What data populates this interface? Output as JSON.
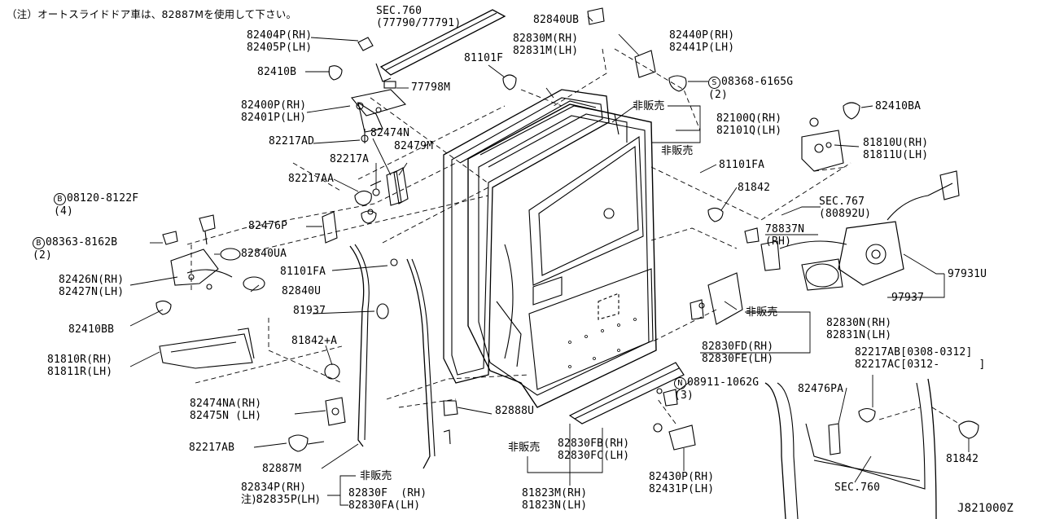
{
  "note": "（注）オートスライドドア車は、82887Mを使用して下さい。",
  "diagram_code": "J821000Z",
  "callouts": [
    {
      "id": "sec760-top",
      "lines": [
        "SEC.760",
        "(77790/77791)"
      ]
    },
    {
      "id": "82404p",
      "lines": [
        "82404P(RH)",
        "82405P(LH)"
      ]
    },
    {
      "id": "82410b",
      "lines": [
        "82410B"
      ]
    },
    {
      "id": "77798m",
      "lines": [
        "77798M"
      ]
    },
    {
      "id": "82400p",
      "lines": [
        "82400P(RH)",
        "82401P(LH)"
      ]
    },
    {
      "id": "82474n",
      "lines": [
        "82474N"
      ]
    },
    {
      "id": "82217ad",
      "lines": [
        "82217AD"
      ]
    },
    {
      "id": "82479m",
      "lines": [
        "82479M"
      ]
    },
    {
      "id": "82217a",
      "lines": [
        "82217A"
      ]
    },
    {
      "id": "82217aa",
      "lines": [
        "82217AA"
      ]
    },
    {
      "id": "08120",
      "badge": "B",
      "lines": [
        "08120-8122F",
        "(4)"
      ]
    },
    {
      "id": "82476p",
      "lines": [
        "82476P"
      ]
    },
    {
      "id": "08363",
      "badge": "B",
      "lines": [
        "08363-8162B",
        "(2)"
      ]
    },
    {
      "id": "82840ua",
      "lines": [
        "82840UA"
      ]
    },
    {
      "id": "81101fa-mid",
      "lines": [
        "81101FA"
      ]
    },
    {
      "id": "82426n",
      "lines": [
        "82426N(RH)",
        "82427N(LH)"
      ]
    },
    {
      "id": "82840u",
      "lines": [
        "82840U"
      ]
    },
    {
      "id": "81937",
      "lines": [
        "81937"
      ]
    },
    {
      "id": "82410bb",
      "lines": [
        "82410BB"
      ]
    },
    {
      "id": "81842a",
      "lines": [
        "81842+A"
      ]
    },
    {
      "id": "81810r",
      "lines": [
        "81810R(RH)",
        "81811R(LH)"
      ]
    },
    {
      "id": "82474na",
      "lines": [
        "82474NA(RH)",
        "82475N (LH)"
      ]
    },
    {
      "id": "82888u",
      "lines": [
        "82888U"
      ]
    },
    {
      "id": "82217ab-left",
      "lines": [
        "82217AB"
      ]
    },
    {
      "id": "82887m",
      "lines": [
        "82887M"
      ]
    },
    {
      "id": "82834p",
      "lines": [
        "82834P(RH)",
        "注)82835P(LH)"
      ]
    },
    {
      "id": "nonsale-bottom",
      "lines": [
        "非販売"
      ]
    },
    {
      "id": "82830f",
      "lines": [
        "82830F  (RH)",
        "82830FA(LH)"
      ]
    },
    {
      "id": "82840ub",
      "lines": [
        "82840UB"
      ]
    },
    {
      "id": "82830m",
      "lines": [
        "82830M(RH)",
        "82831M(LH)"
      ]
    },
    {
      "id": "81101f",
      "lines": [
        "81101F"
      ]
    },
    {
      "id": "nonsale-a",
      "lines": [
        "非販売"
      ]
    },
    {
      "id": "82100q",
      "lines": [
        "82100Q(RH)",
        "82101Q(LH)"
      ]
    },
    {
      "id": "nonsale-b",
      "lines": [
        "非販売"
      ]
    },
    {
      "id": "82440p",
      "lines": [
        "82440P(RH)",
        "82441P(LH)"
      ]
    },
    {
      "id": "08368",
      "badge": "S",
      "lines": [
        "08368-6165G",
        "(2)"
      ]
    },
    {
      "id": "82410ba",
      "lines": [
        "82410BA"
      ]
    },
    {
      "id": "81810u",
      "lines": [
        "81810U(RH)",
        "81811U(LH)"
      ]
    },
    {
      "id": "81101fa-right",
      "lines": [
        "81101FA"
      ]
    },
    {
      "id": "81842-mid",
      "lines": [
        "81842"
      ]
    },
    {
      "id": "sec767",
      "lines": [
        "SEC.767",
        "(80892U)"
      ]
    },
    {
      "id": "78837n",
      "lines": [
        "78837N",
        "(RH)"
      ]
    },
    {
      "id": "97931u",
      "lines": [
        "97931U"
      ]
    },
    {
      "id": "97937",
      "lines": [
        "97937"
      ]
    },
    {
      "id": "nonsale-c",
      "lines": [
        "非販売"
      ]
    },
    {
      "id": "82830n",
      "lines": [
        "82830N(RH)",
        "82831N(LH)"
      ]
    },
    {
      "id": "82830fd",
      "lines": [
        "82830FD(RH)",
        "82830FE(LH)"
      ]
    },
    {
      "id": "82217ab-right",
      "lines": [
        "82217AB[0308-0312]",
        "82217AC[0312-      ]"
      ]
    },
    {
      "id": "08911",
      "badge": "N",
      "lines": [
        "08911-1062G",
        "(3)"
      ]
    },
    {
      "id": "82476pa",
      "lines": [
        "82476PA"
      ]
    },
    {
      "id": "nonsale-d",
      "lines": [
        "非販売"
      ]
    },
    {
      "id": "82830fb",
      "lines": [
        "82830FB(RH)",
        "82830FC(LH)"
      ]
    },
    {
      "id": "82430p",
      "lines": [
        "82430P(RH)",
        "82431P(LH)"
      ]
    },
    {
      "id": "81842-right",
      "lines": [
        "81842"
      ]
    },
    {
      "id": "81823m",
      "lines": [
        "81823M(RH)",
        "81823N(LH)"
      ]
    },
    {
      "id": "sec760-bottom",
      "lines": [
        "SEC.760"
      ]
    }
  ]
}
